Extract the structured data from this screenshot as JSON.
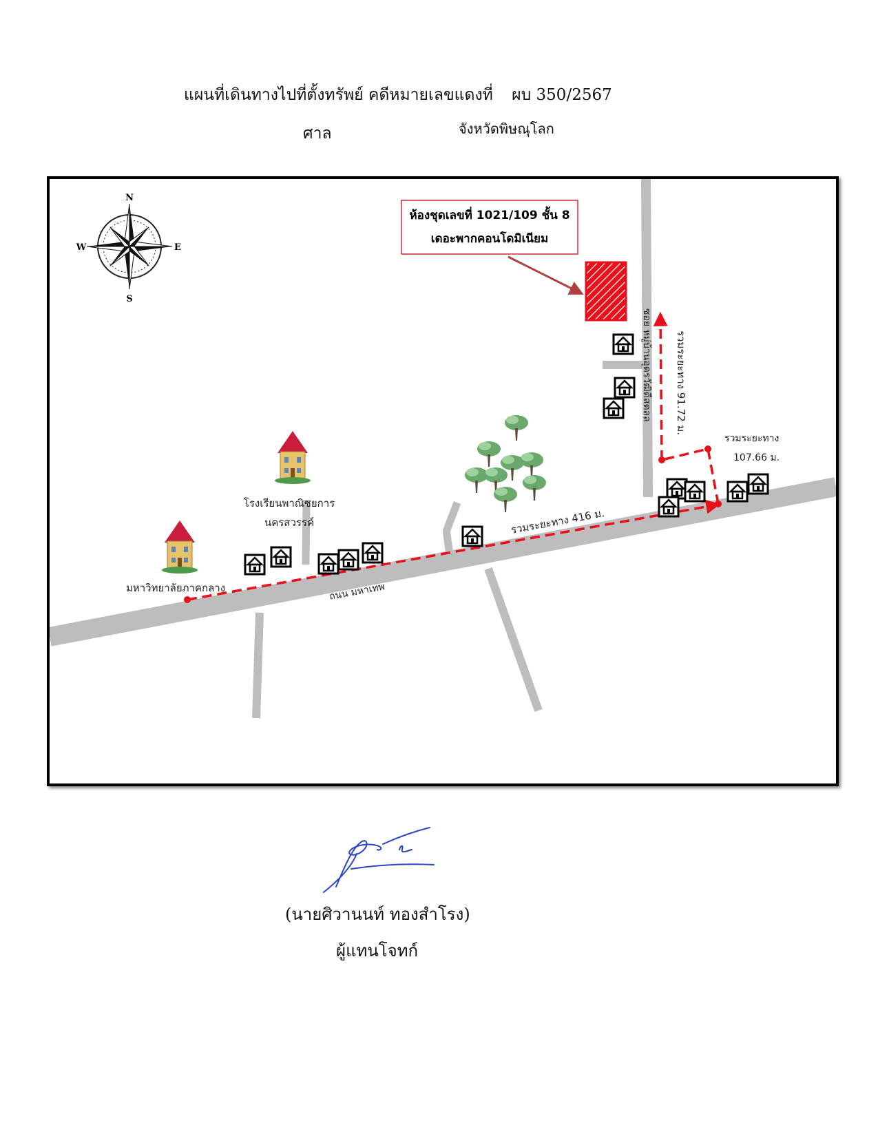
{
  "header": {
    "title": "แผนที่เดินทางไปที่ตั้งทรัพย์ คดีหมายเลขแดงที่",
    "case_number": "ผบ 350/2567",
    "court_label": "ศาล",
    "province": "จังหวัดพิษณุโลก"
  },
  "map": {
    "compass": {
      "n": "N",
      "s": "S",
      "e": "E",
      "w": "W"
    },
    "target_box": {
      "line1": "ห้องชุดเลขที่ 1021/109 ชั้น 8",
      "line2": "เดอะพากคอนโดมิเนียม"
    },
    "soi_label": "ซอย หมู่บ้านอุดรวัฒิดีสตลล",
    "main_road_label": "ถนน มหาเทพ",
    "distances": {
      "main": "รวมระยะทาง 416 ม.",
      "vertical": "รวมระยะทาง 91.72 ม.",
      "corner_line1": "รวมระยะทาง",
      "corner_line2": "107.66 ม."
    },
    "landmarks": {
      "university": "มหาวิทยาลัยภาคกลาง",
      "school_line1": "โรงเรียนพาณิชยการ",
      "school_line2": "นครสวรรค์"
    },
    "colors": {
      "route": "#e8101a",
      "road": "#bdbdbd",
      "target_fill": "#e8101a",
      "box_border": "#d4282e"
    }
  },
  "signature": {
    "name": "(นายศิวานนท์ ทองสำโรง)",
    "role": "ผู้แทนโจทก์"
  }
}
